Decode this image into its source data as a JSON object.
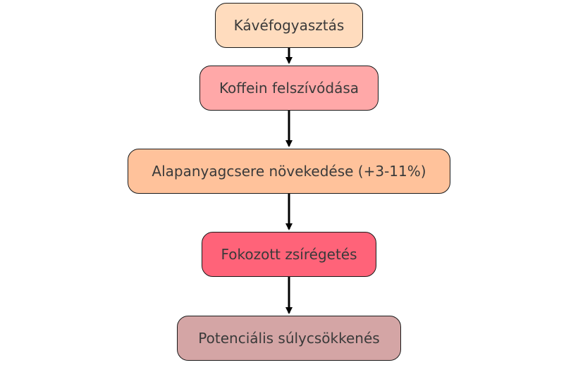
{
  "flowchart": {
    "nodes": [
      {
        "label": "Kávéfogyasztás",
        "color": "#ffdcbe"
      },
      {
        "label": "Koffein felszívódása",
        "color": "#ffa8a8"
      },
      {
        "label": "Alapanyagcsere növekedése (+3-11%)",
        "color": "#ffc29b"
      },
      {
        "label": "Fokozott zsírégetés",
        "color": "#ff6379"
      },
      {
        "label": "Potenciális súlycsökkenés",
        "color": "#d4a5a5"
      }
    ],
    "edges": [
      {
        "from": 0,
        "to": 1
      },
      {
        "from": 1,
        "to": 2
      },
      {
        "from": 2,
        "to": 3
      },
      {
        "from": 3,
        "to": 4
      }
    ]
  }
}
